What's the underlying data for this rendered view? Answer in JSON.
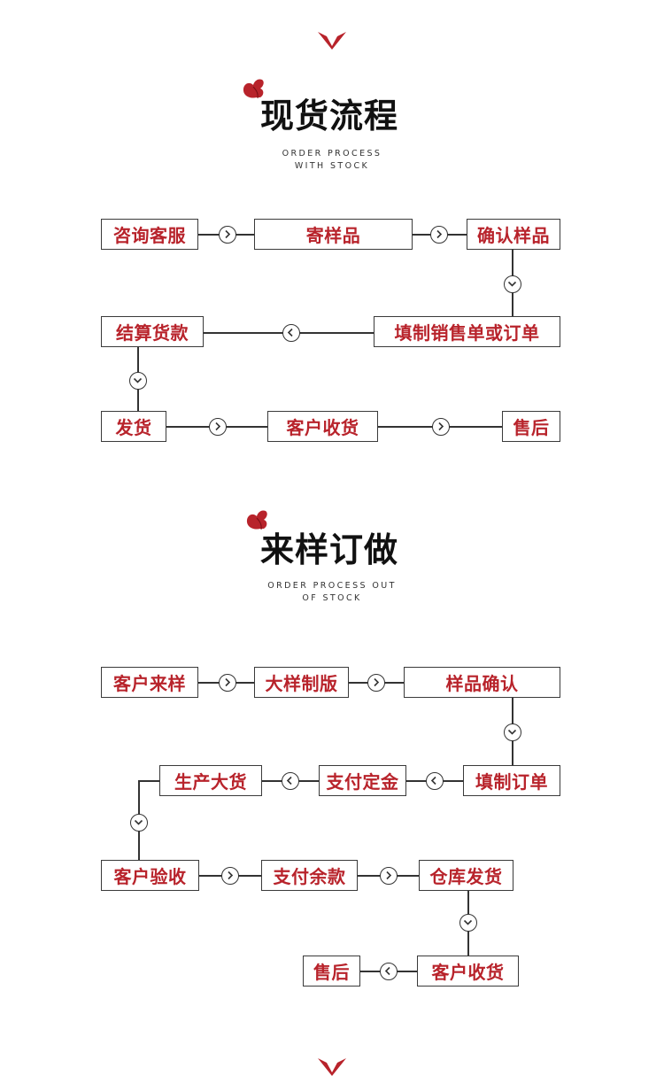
{
  "section_stock": {
    "title": "现货流程",
    "subtitle_line1": "ORDER PROCESS",
    "subtitle_line2": "WITH STOCK",
    "steps": [
      "咨询客服",
      "寄样品",
      "确认样品",
      "填制销售单或订单",
      "结算货款",
      "发货",
      "客户收货",
      "售后"
    ]
  },
  "section_custom": {
    "title": "来样订做",
    "subtitle_line1": "ORDER PROCESS OUT",
    "subtitle_line2": "OF STOCK",
    "steps": [
      "客户来样",
      "大样制版",
      "样品确认",
      "填制订单",
      "支付定金",
      "生产大货",
      "客户验收",
      "支付余款",
      "仓库发货",
      "客户收货",
      "售后"
    ]
  },
  "colors": {
    "accent": "#b8232b",
    "border": "#3a3a3a",
    "title": "#111111"
  },
  "icons": {
    "top": "chevron-down-red-icon",
    "bottom": "chevron-down-red-icon",
    "title_decor": "butterfly-icon",
    "arrow": "circle-arrow-icon"
  }
}
